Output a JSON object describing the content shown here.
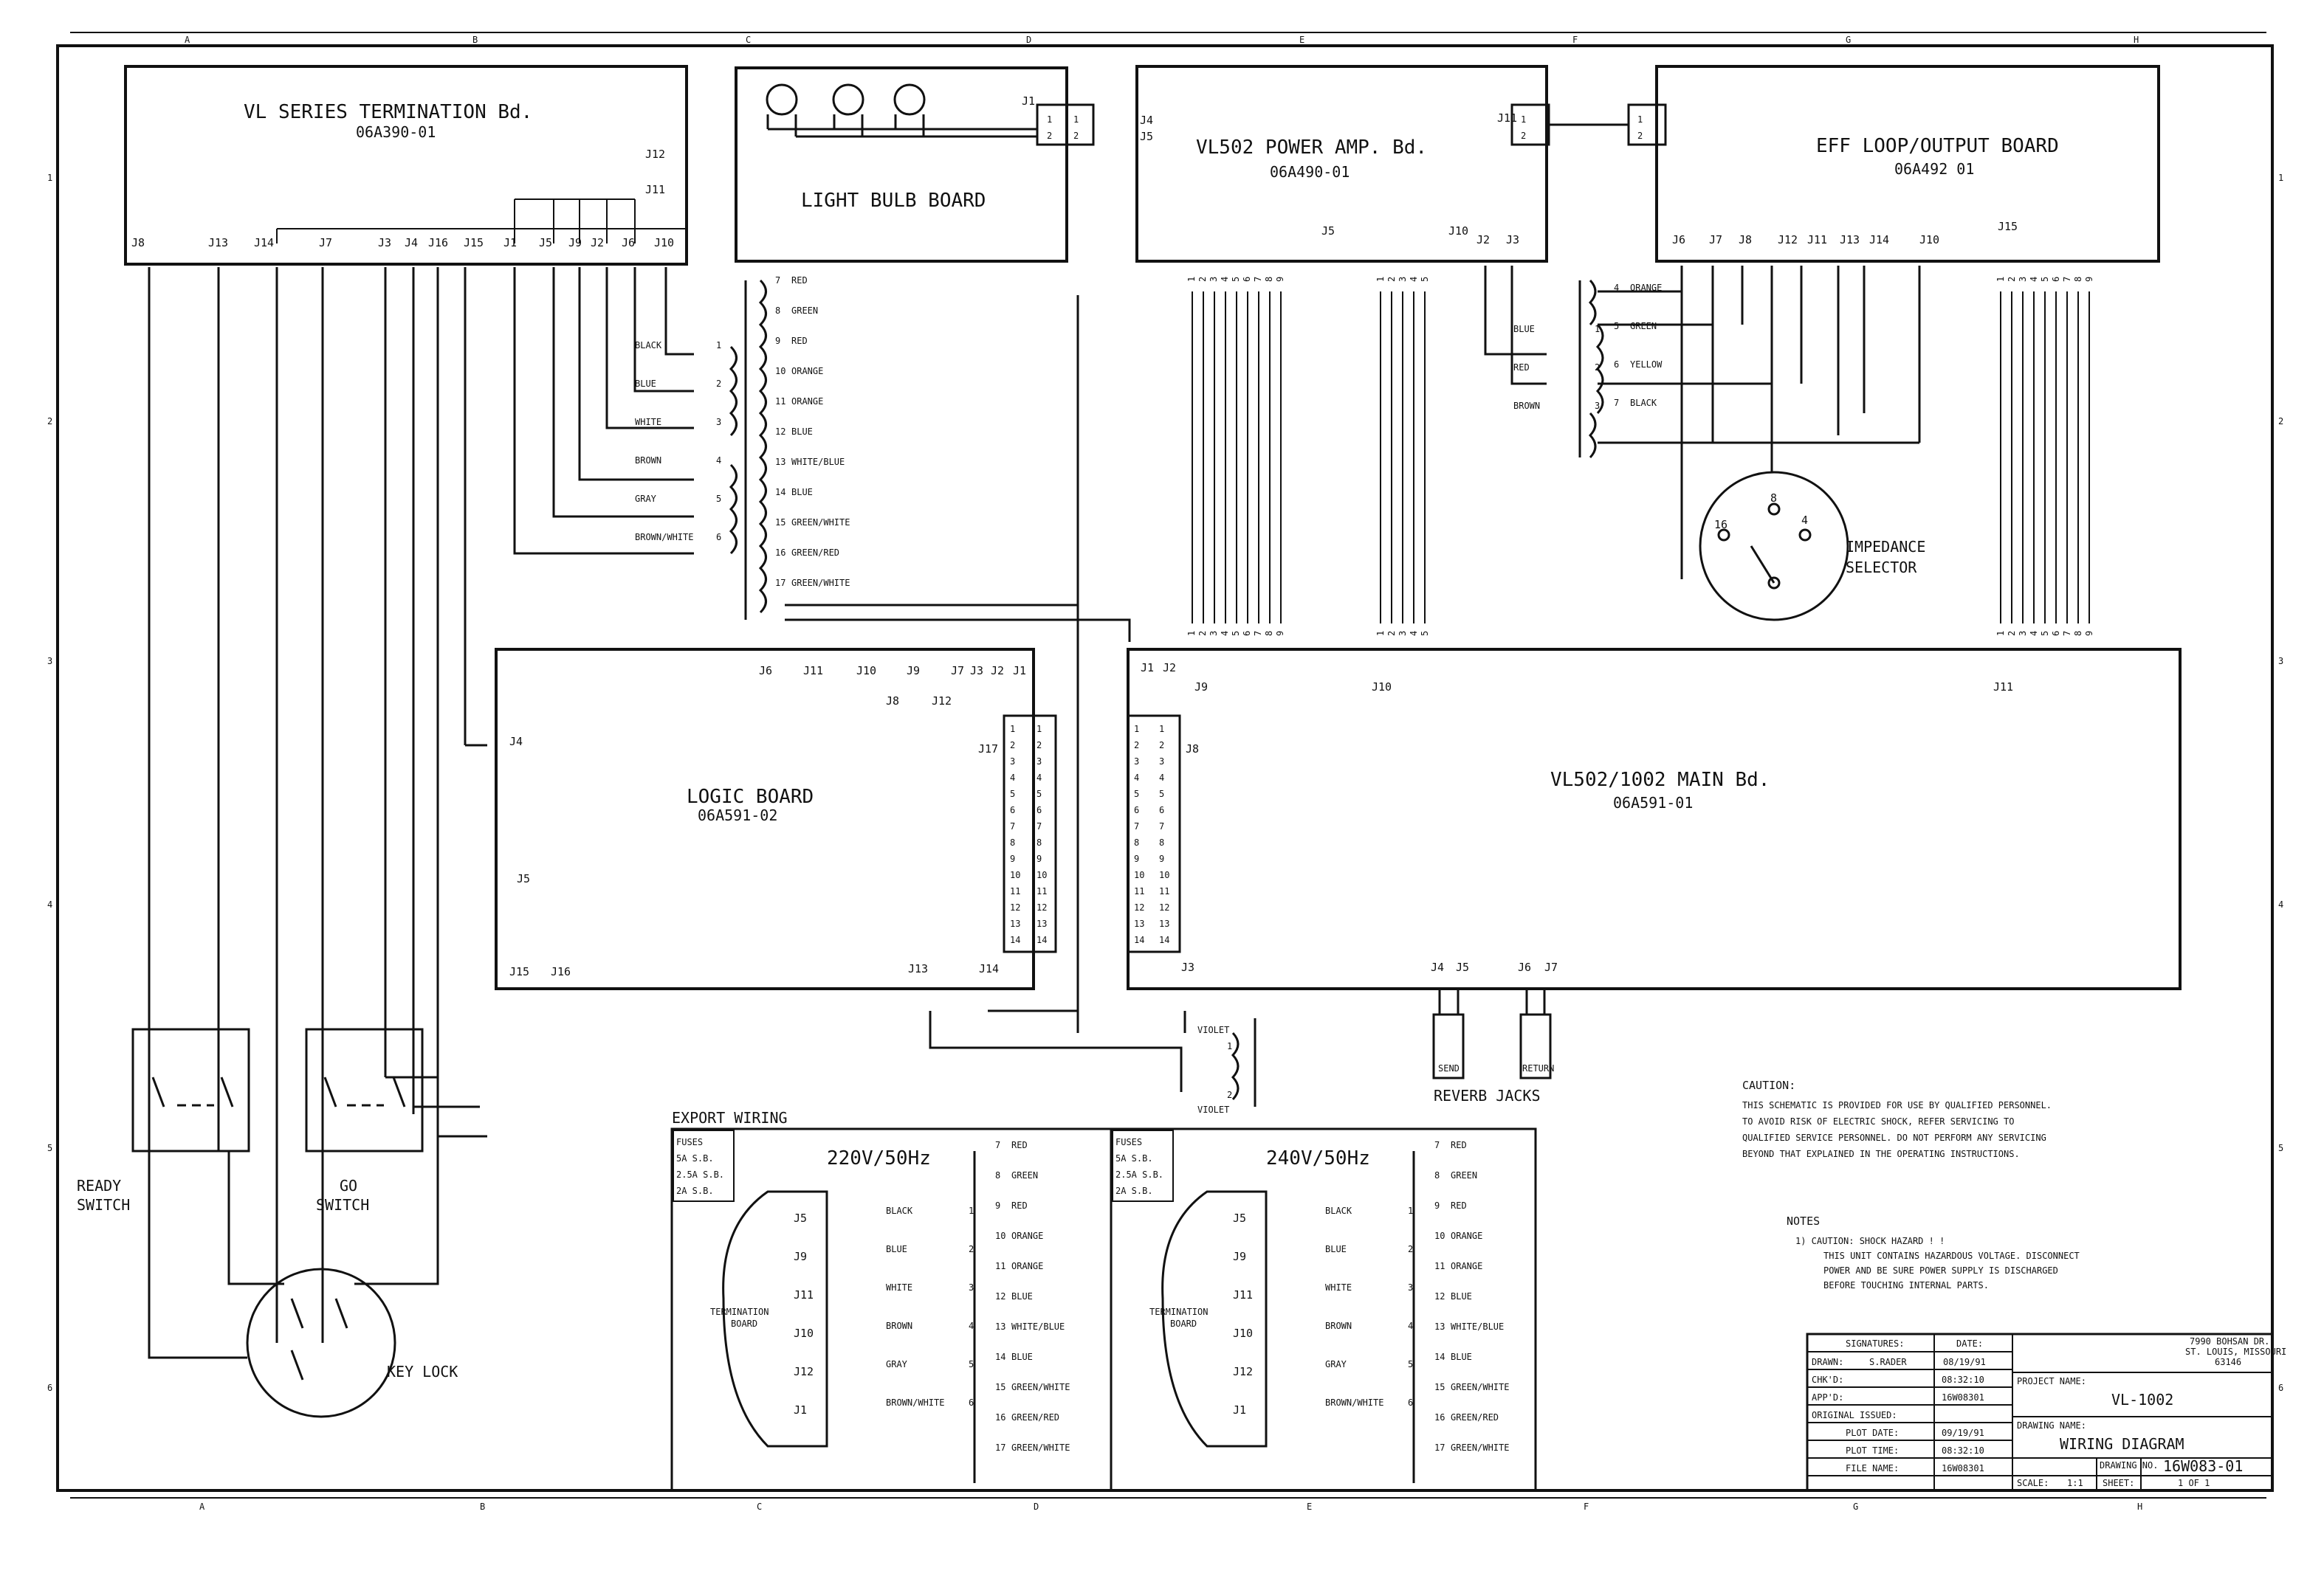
{
  "grid": {
    "columns": [
      "A",
      "B",
      "C",
      "D",
      "E",
      "F",
      "G",
      "H"
    ],
    "rows": [
      "1",
      "2",
      "3",
      "4",
      "5",
      "6"
    ]
  },
  "boards": {
    "termination": {
      "title": "VL SERIES TERMINATION Bd.",
      "part": "06A390-01",
      "connectors": [
        "J8",
        "J13",
        "J14",
        "J7",
        "J3",
        "J4",
        "J16",
        "J15",
        "J1",
        "J5",
        "J9",
        "J2",
        "J6",
        "J10"
      ],
      "side_connectors": [
        "J12",
        "J11"
      ]
    },
    "light_bulb": {
      "title": "LIGHT BULB BOARD",
      "connector": "J1"
    },
    "power_amp": {
      "title": "VL502 POWER AMP. Bd.",
      "part": "06A490-01",
      "side_connectors": [
        "J4",
        "J5",
        "J11"
      ],
      "bottom_connectors": [
        "J5",
        "J10",
        "J2",
        "J3"
      ]
    },
    "eff_loop": {
      "title": "EFF LOOP/OUTPUT BOARD",
      "part": "06A492 01",
      "connectors": [
        "J6",
        "J7",
        "J8",
        "J12",
        "J11",
        "J13",
        "J14",
        "J10",
        "J15"
      ]
    },
    "logic": {
      "title": "LOGIC BOARD",
      "part": "06A591-02",
      "top_connectors": [
        "J6",
        "J11",
        "J10",
        "J9",
        "J7",
        "J3",
        "J2",
        "J1"
      ],
      "sub_connectors": [
        "J8",
        "J12"
      ],
      "left_connectors": [
        "J4",
        "J5"
      ],
      "bottom_connectors": [
        "J15",
        "J16",
        "J13",
        "J14"
      ],
      "ribbon": "J17"
    },
    "main": {
      "title": "VL502/1002 MAIN Bd.",
      "part": "06A591-01",
      "top_connectors": [
        "J1",
        "J2",
        "J9",
        "J10",
        "J11"
      ],
      "ribbon": "J8",
      "bottom_connectors": [
        "J3",
        "J4",
        "J5",
        "J6",
        "J7"
      ]
    }
  },
  "pins": {
    "nine": [
      "1",
      "2",
      "3",
      "4",
      "5",
      "6",
      "7",
      "8",
      "9"
    ],
    "five": [
      "1",
      "2",
      "3",
      "4",
      "5"
    ],
    "ribbon": [
      "1",
      "2",
      "3",
      "4",
      "5",
      "6",
      "7",
      "8",
      "9",
      "10",
      "11",
      "12",
      "13",
      "14"
    ],
    "pair": [
      "1",
      "2"
    ]
  },
  "transformer_left": [
    {
      "num": "1",
      "color": "BLACK"
    },
    {
      "num": "2",
      "color": "BLUE"
    },
    {
      "num": "3",
      "color": "WHITE"
    },
    {
      "num": "4",
      "color": "BROWN"
    },
    {
      "num": "5",
      "color": "GRAY"
    },
    {
      "num": "6",
      "color": "BROWN/WHITE"
    }
  ],
  "transformer_center": [
    {
      "num": "7",
      "color": "RED"
    },
    {
      "num": "8",
      "color": "GREEN"
    },
    {
      "num": "9",
      "color": "RED"
    },
    {
      "num": "10",
      "color": "ORANGE"
    },
    {
      "num": "11",
      "color": "ORANGE"
    },
    {
      "num": "12",
      "color": "BLUE"
    },
    {
      "num": "13",
      "color": "WHITE/BLUE"
    },
    {
      "num": "14",
      "color": "BLUE"
    },
    {
      "num": "15",
      "color": "GREEN/WHITE"
    },
    {
      "num": "16",
      "color": "GREEN/RED"
    },
    {
      "num": "17",
      "color": "GREEN/WHITE"
    }
  ],
  "transformer_mid": [
    {
      "num": "1",
      "color": "BLUE"
    },
    {
      "num": "2",
      "color": "RED"
    },
    {
      "num": "3",
      "color": "BROWN"
    }
  ],
  "transformer_right": [
    {
      "num": "4",
      "color": "ORANGE"
    },
    {
      "num": "5",
      "color": "GREEN"
    },
    {
      "num": "6",
      "color": "YELLOW"
    },
    {
      "num": "7",
      "color": "BLACK"
    }
  ],
  "impedance": {
    "label_line1": "IMPEDANCE",
    "label_line2": "SELECTOR",
    "positions": [
      "16",
      "8",
      "4"
    ]
  },
  "switches": {
    "ready_line1": "READY",
    "ready_line2": "SWITCH",
    "go_line1": "GO",
    "go_line2": "SWITCH",
    "key_lock": "KEY LOCK"
  },
  "violet": {
    "top": "VIOLET",
    "bottom": "VIOLET",
    "pin1": "1",
    "pin2": "2"
  },
  "reverb": {
    "label": "REVERB JACKS",
    "send": "SEND",
    "return": "RETURN"
  },
  "export_wiring": {
    "title": "EXPORT WIRING",
    "fuses": [
      "FUSES",
      "5A S.B.",
      "2.5A S.B.",
      "2A S.B."
    ],
    "panels": [
      {
        "freq": "220V/50Hz"
      },
      {
        "freq": "240V/50Hz"
      }
    ],
    "term_board_line1": "TERMINATION",
    "term_board_line2": "BOARD",
    "inputs": [
      "J5",
      "J9",
      "J11",
      "J10",
      "J12",
      "J1"
    ],
    "panel_left_wires": [
      {
        "num": "1",
        "color": "BLACK"
      },
      {
        "num": "2",
        "color": "BLUE"
      },
      {
        "num": "3",
        "color": "WHITE"
      },
      {
        "num": "4",
        "color": "BROWN"
      },
      {
        "num": "5",
        "color": "GRAY"
      },
      {
        "num": "6",
        "color": "BROWN/WHITE"
      }
    ],
    "panel_right_wires": [
      {
        "num": "7",
        "color": "RED"
      },
      {
        "num": "8",
        "color": "GREEN"
      },
      {
        "num": "9",
        "color": "RED"
      },
      {
        "num": "10",
        "color": "ORANGE"
      },
      {
        "num": "11",
        "color": "ORANGE"
      },
      {
        "num": "12",
        "color": "BLUE"
      },
      {
        "num": "13",
        "color": "WHITE/BLUE"
      },
      {
        "num": "14",
        "color": "BLUE"
      },
      {
        "num": "15",
        "color": "GREEN/WHITE"
      },
      {
        "num": "16",
        "color": "GREEN/RED"
      },
      {
        "num": "17",
        "color": "GREEN/WHITE"
      }
    ]
  },
  "caution": {
    "title": "CAUTION:",
    "lines": [
      "THIS SCHEMATIC IS PROVIDED FOR USE BY QUALIFIED PERSONNEL.",
      "TO AVOID RISK OF ELECTRIC SHOCK, REFER SERVICING TO",
      "QUALIFIED SERVICE PERSONNEL. DO NOT PERFORM ANY SERVICING",
      "BEYOND THAT EXPLAINED IN THE OPERATING INSTRUCTIONS."
    ]
  },
  "notes": {
    "title": "NOTES",
    "lines": [
      "1) CAUTION: SHOCK HAZARD ! !",
      "THIS UNIT CONTAINS HAZARDOUS VOLTAGE. DISCONNECT",
      "POWER AND BE SURE POWER SUPPLY IS DISCHARGED",
      "BEFORE TOUCHING INTERNAL PARTS."
    ]
  },
  "title_block": {
    "signatures": "SIGNATURES:",
    "date": "DATE:",
    "drawn_label": "DRAWN:",
    "drawn_by": "S.RADER",
    "drawn_date": "08/19/91",
    "chkd_label": "CHK'D:",
    "chkd_value": "08:32:10",
    "appd_label": "APP'D:",
    "appd_value": "16W08301",
    "original_label": "ORIGINAL ISSUED:",
    "plot_date_label": "PLOT DATE:",
    "plot_date": "09/19/91",
    "plot_time_label": "PLOT TIME:",
    "plot_time": "08:32:10",
    "file_label": "FILE NAME:",
    "file_name": "16W08301",
    "address_line1": "7990 BOHSAN DR.",
    "address_line2": "ST. LOUIS, MISSOURI",
    "address_line3": "63146",
    "project_label": "PROJECT NAME:",
    "project_name": "VL-1002",
    "drawing_label": "DRAWING NAME:",
    "drawing_name": "WIRING DIAGRAM",
    "drawing_no_label": "DRAWING NO.",
    "drawing_no": "16W083-01",
    "scale_label": "SCALE:",
    "scale": "1:1",
    "sheet_label": "SHEET:",
    "sheet": "1 OF 1"
  }
}
